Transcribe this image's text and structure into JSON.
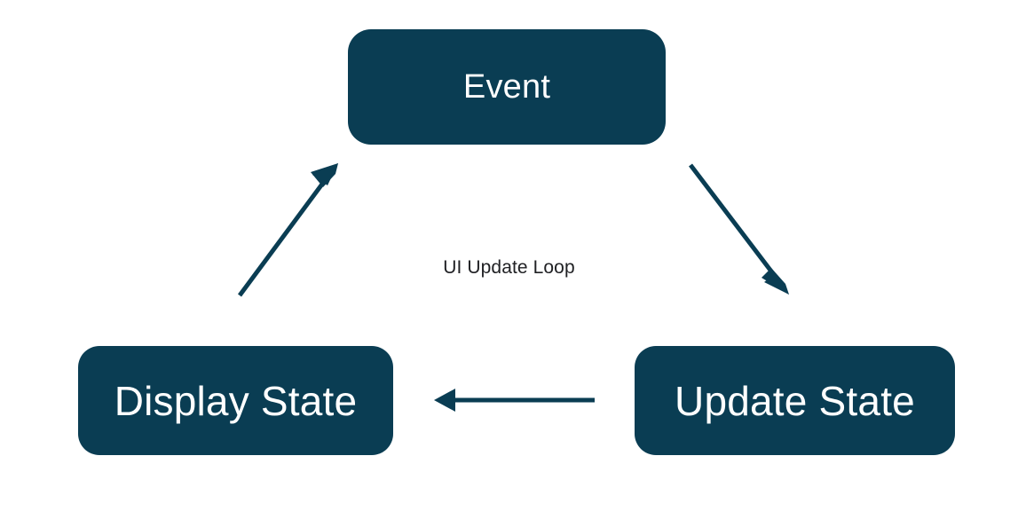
{
  "diagram": {
    "title": "UI Update Loop",
    "background_color": "#ffffff",
    "node_fill_color": "#0A3D53",
    "node_text_color": "#ffffff",
    "caption_text_color": "#202124",
    "arrow_color": "#0A3D53",
    "nodes": [
      {
        "id": "event",
        "label": "Event"
      },
      {
        "id": "update-state",
        "label": "Update State"
      },
      {
        "id": "display-state",
        "label": "Display State"
      }
    ],
    "edges": [
      {
        "id": "event-to-update-state",
        "from": "Event",
        "to": "Update State",
        "direction": "down-right"
      },
      {
        "id": "update-state-to-display-state",
        "from": "Update State",
        "to": "Display State",
        "direction": "left"
      },
      {
        "id": "display-state-to-event",
        "from": "Display State",
        "to": "Event",
        "direction": "up-right"
      }
    ],
    "caption": "UI Update Loop"
  }
}
